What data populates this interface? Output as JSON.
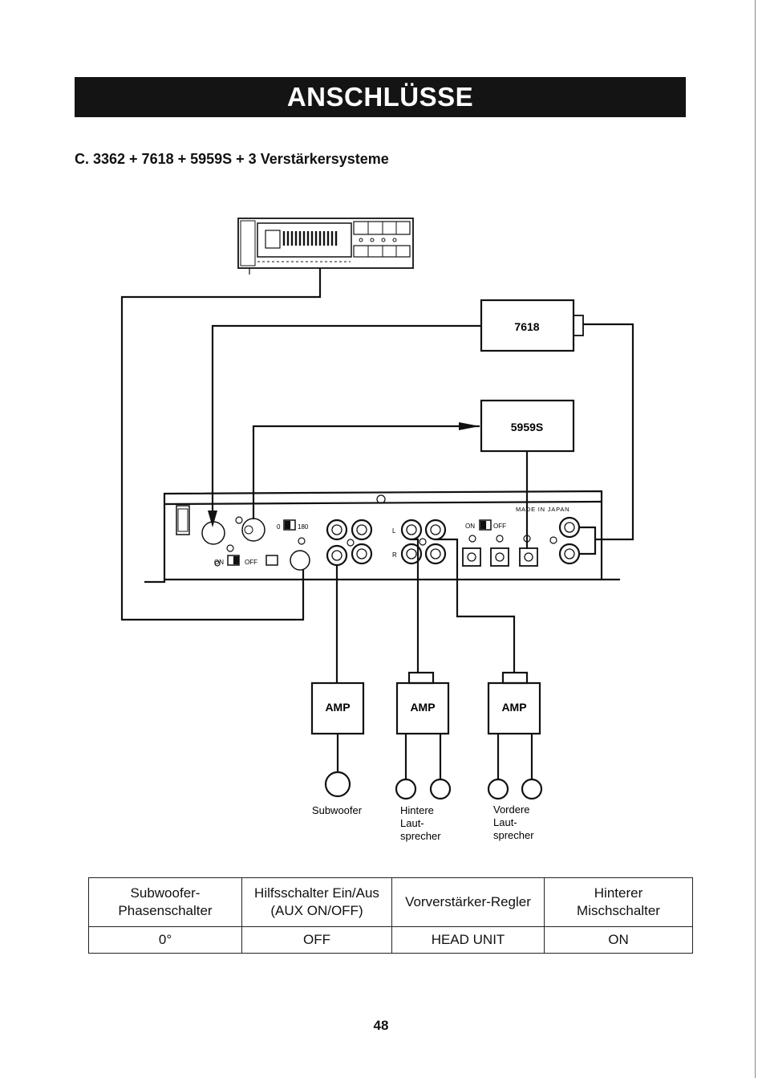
{
  "header": {
    "title": "ANSCHLÜSSE"
  },
  "subtitle": "C. 3362 + 7618 + 5959S + 3 Verstärkersysteme",
  "diagram": {
    "unit_7618": "7618",
    "unit_5959s": "5959S",
    "made_in_japan": "MADE IN JAPAN",
    "switch_on": "ON",
    "switch_off": "OFF",
    "phase_0": "0",
    "phase_180": "180",
    "channel_l": "L",
    "channel_r": "R",
    "amps": [
      "AMP",
      "AMP",
      "AMP"
    ],
    "speaker_labels": {
      "subwoofer": "Subwoofer",
      "rear": [
        "Hintere",
        "Laut-",
        "sprecher"
      ],
      "front": [
        "Vordere",
        "Laut-",
        "sprecher"
      ]
    }
  },
  "table": {
    "headers": [
      "Subwoofer-\nPhasenschalter",
      "Hilfsschalter Ein/Aus\n(AUX ON/OFF)",
      "Vorverstärker-Regler",
      "Hinterer\nMischschalter"
    ],
    "values": [
      "0°",
      "OFF",
      "HEAD UNIT",
      "ON"
    ]
  },
  "page_number": "48"
}
